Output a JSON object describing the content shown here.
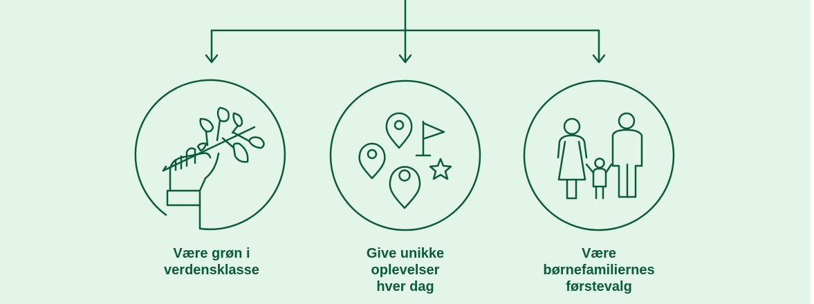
{
  "colors": {
    "background": "#e3f4e8",
    "stroke": "#0a5a3c",
    "text": "#0a5a3c"
  },
  "goals": [
    {
      "label": "Være grøn i\nverdensklasse",
      "icon": "hand-holding-branch-icon"
    },
    {
      "label": "Give unikke\noplevelser\nhver dag",
      "icon": "map-pins-flag-star-icon"
    },
    {
      "label": "Være\nbørnefamiliernes\nførstevalg",
      "icon": "family-icon"
    }
  ]
}
